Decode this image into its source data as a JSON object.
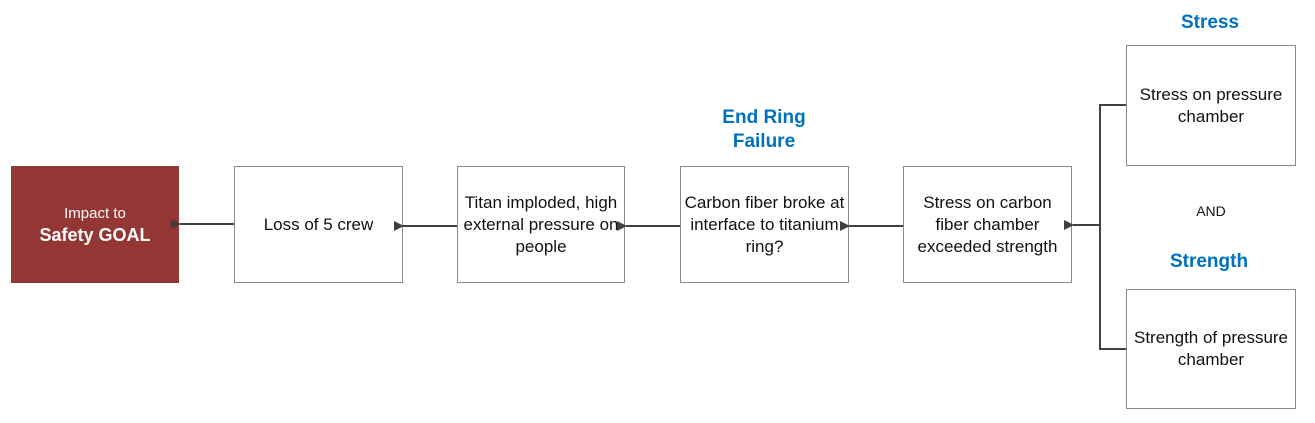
{
  "nodes": {
    "goal": {
      "line1": "Impact to",
      "line2": "Safety GOAL"
    },
    "loss": "Loss of 5 crew",
    "implosion": "Titan imploded, high external pressure on people",
    "carbon_break": "Carbon fiber broke at interface to titanium ring?",
    "stress_exceeded": "Stress on carbon fiber chamber exceeded strength",
    "stress_chamber": "Stress on pressure chamber",
    "strength_chamber": "Strength of pressure chamber"
  },
  "labels": {
    "end_ring_failure": "End Ring Failure",
    "stress": "Stress",
    "strength": "Strength",
    "and": "AND"
  },
  "colors": {
    "goal_fill": "#943634",
    "heading": "#0070c0",
    "box_border": "#8a8a8a",
    "connector": "#404040"
  }
}
